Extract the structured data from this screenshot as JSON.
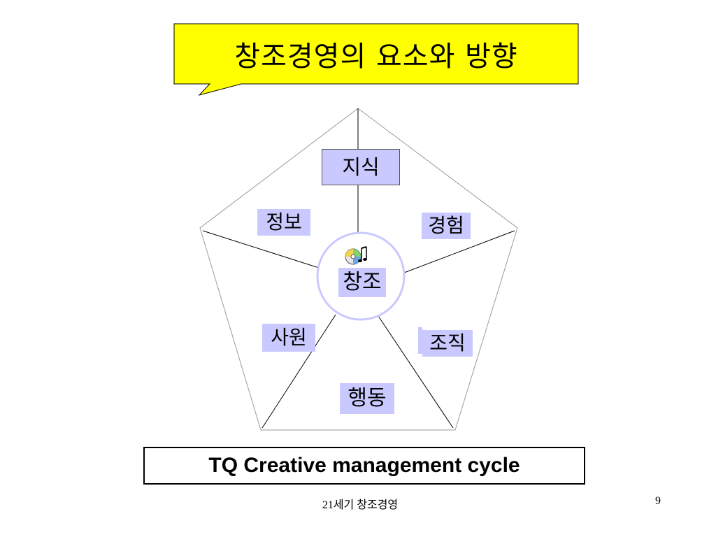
{
  "slide": {
    "title": "창조경영의 요소와 방향",
    "caption": "TQ Creative management cycle",
    "footer": {
      "left": "21세기 창조경영",
      "page_number": "9"
    }
  },
  "diagram": {
    "center_label": "창조",
    "center_icon": "music-cd-icon",
    "top_label": "지식",
    "labels": {
      "upper_left": "정보",
      "upper_right": "경험",
      "lower_left": "사원",
      "lower_right": "조직",
      "bottom": "행동"
    }
  },
  "colors": {
    "callout_fill": "#ffff00",
    "label_fill": "#c9c9ff",
    "line": "#000000"
  }
}
